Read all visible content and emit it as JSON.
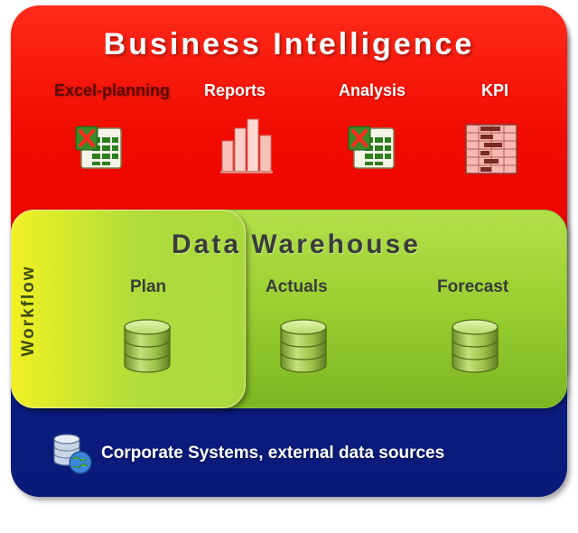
{
  "business_intelligence": {
    "title": "Business Intelligence",
    "tools": [
      {
        "label": "Excel-planning",
        "icon": "excel-icon"
      },
      {
        "label": "Reports",
        "icon": "bar-chart-icon"
      },
      {
        "label": "Analysis",
        "icon": "excel-icon"
      },
      {
        "label": "KPI",
        "icon": "kpi-table-icon"
      }
    ]
  },
  "data_warehouse": {
    "title": "Data Warehouse",
    "workflow_label": "Workflow",
    "stores": [
      {
        "label": "Plan",
        "icon": "database-icon"
      },
      {
        "label": "Actuals",
        "icon": "database-icon"
      },
      {
        "label": "Forecast",
        "icon": "database-icon"
      }
    ]
  },
  "corporate": {
    "label": "Corporate Systems, external data sources",
    "icon": "database-globe-icon"
  },
  "colors": {
    "bi_red": "#f00a00",
    "dw_green": "#9bd132",
    "workflow_yellow": "#f2f024",
    "corp_blue": "#0c1f8a"
  }
}
